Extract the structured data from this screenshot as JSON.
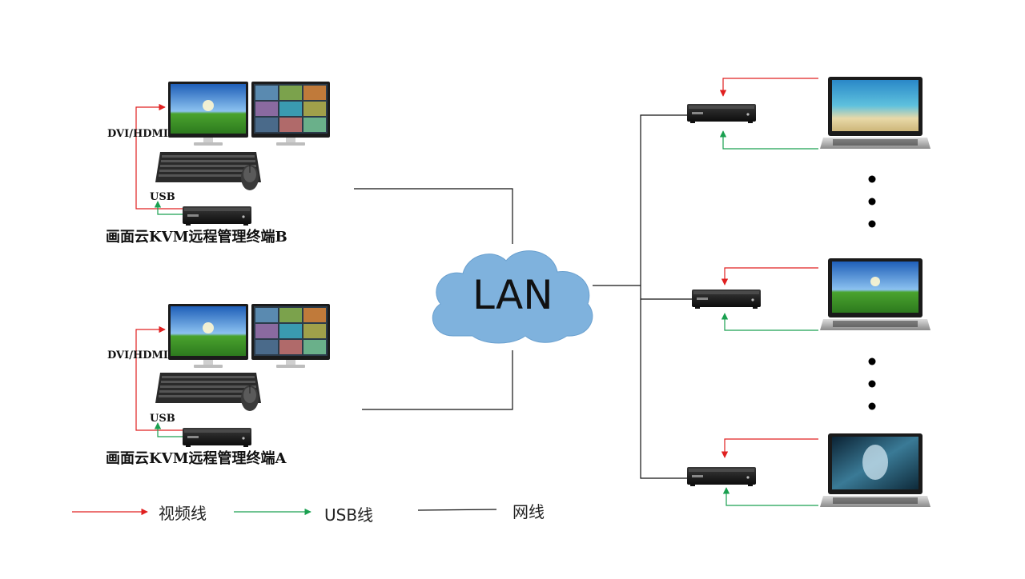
{
  "cloud": {
    "label": "LAN"
  },
  "terminals": [
    {
      "name": "画面云KVM远程管理终端B",
      "video_label": "DVI/HDMI",
      "usb_label": "USB"
    },
    {
      "name": "画面云KVM远程管理终端A",
      "video_label": "DVI/HDMI",
      "usb_label": "USB"
    }
  ],
  "legend": {
    "video": {
      "label": "视频线",
      "color": "#e02020"
    },
    "usb": {
      "label": "USB线",
      "color": "#1aa050"
    },
    "net": {
      "label": "网线",
      "color": "#111111"
    }
  },
  "icons": [
    "monitor-icon",
    "keyboard-icon",
    "mouse-icon",
    "kvm-box-icon",
    "laptop-icon",
    "cloud-icon",
    "ellipsis-dots"
  ],
  "colors": {
    "cloud": "#7fb2dd",
    "device": "#1c1c1c",
    "screen_sky": "#3d86d6",
    "screen_grass": "#3e9a2a"
  }
}
